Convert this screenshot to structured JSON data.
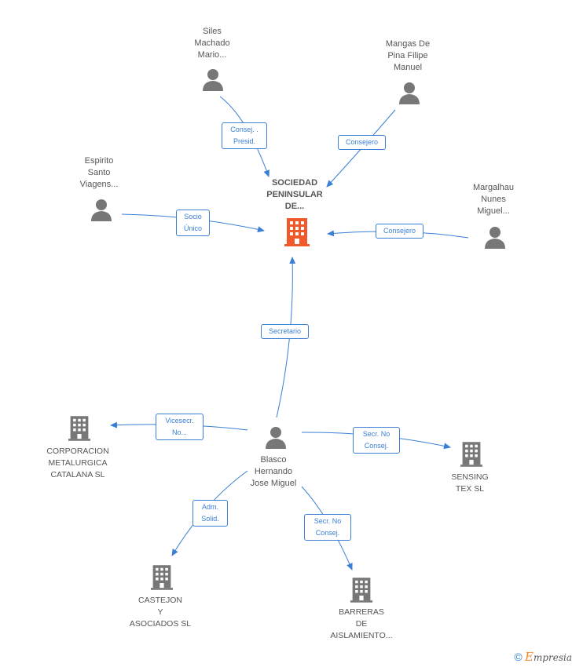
{
  "colors": {
    "edge": "#3a7fd5",
    "person": "#777777",
    "company": "#777777",
    "focus_company": "#f0592a"
  },
  "nodes": {
    "center": {
      "name": "SOCIEDAD\nPENINSULAR\nDE...",
      "icon": "building-icon"
    },
    "siles": {
      "name": "Siles\nMachado\nMario...",
      "icon": "person-icon"
    },
    "mangas": {
      "name": "Mangas De\nPina Filipe\nManuel",
      "icon": "person-icon"
    },
    "espirito": {
      "name": "Espirito\nSanto\nViagens...",
      "icon": "person-icon"
    },
    "margalhau": {
      "name": "Margalhau\nNunes\nMiguel...",
      "icon": "person-icon"
    },
    "blasco": {
      "name": "Blasco\nHernando\nJose Miguel",
      "icon": "person-icon"
    },
    "corporacion": {
      "name": "CORPORACION\nMETALURGICA\nCATALANA SL",
      "icon": "building-icon"
    },
    "sensing": {
      "name": "SENSING\nTEX SL",
      "icon": "building-icon"
    },
    "castejon": {
      "name": "CASTEJON\nY\nASOCIADOS SL",
      "icon": "building-icon"
    },
    "barreras": {
      "name": "BARRERAS\nDE\nAISLAMIENTO...",
      "icon": "building-icon"
    }
  },
  "edges": {
    "siles_center": "Consej. .\nPresid.",
    "mangas_center": "Consejero",
    "espirito_center": "Socio\nÚnico",
    "margalhau_center": "Consejero",
    "blasco_center": "Secretario",
    "blasco_corporacion": "Vicesecr.\nNo...",
    "blasco_sensing": "Secr.  No\nConsej.",
    "blasco_castejon": "Adm.\nSolid.",
    "blasco_barreras": "Secr.  No\nConsej."
  },
  "footer": {
    "copyright": "©",
    "brand_initial": "E",
    "brand_rest": "mpresia"
  }
}
